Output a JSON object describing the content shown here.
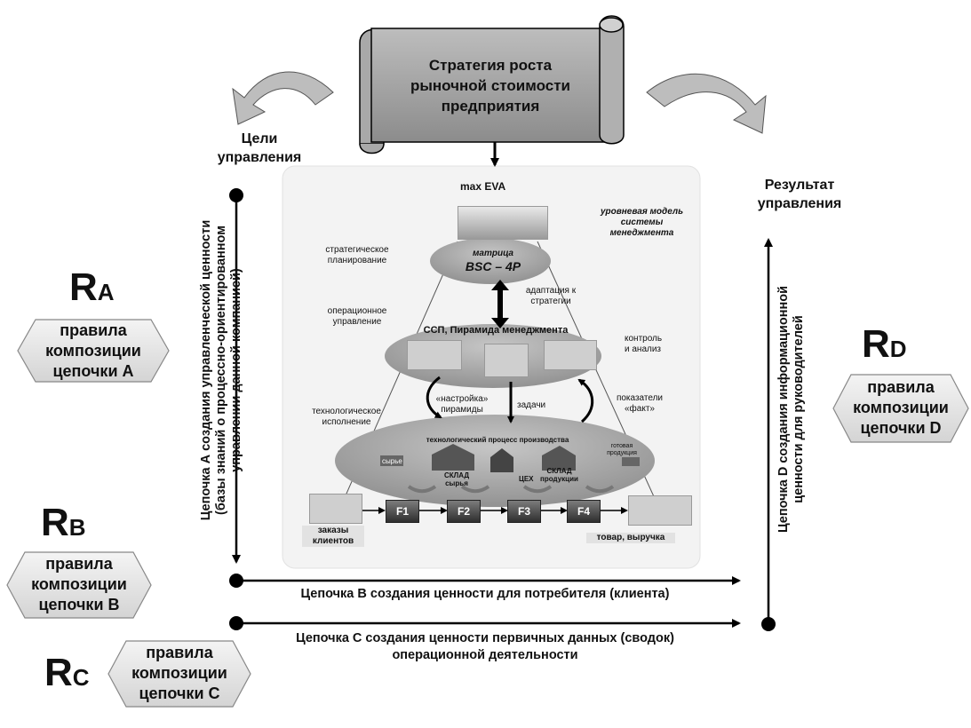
{
  "strategy_scroll": {
    "line1": "Стратегия роста",
    "line2": "рыночной стоимости",
    "line3": "предприятия"
  },
  "goals_label": {
    "line1": "Цели",
    "line2": "управления"
  },
  "result_label": {
    "line1": "Результат",
    "line2": "управления"
  },
  "rules": {
    "a": {
      "letter": "R",
      "sub": "A",
      "line1": "правила",
      "line2": "композиции",
      "line3": "цепочки А"
    },
    "b": {
      "letter": "R",
      "sub": "B",
      "line1": "правила",
      "line2": "композиции",
      "line3": "цепочки В"
    },
    "c": {
      "letter": "R",
      "sub": "C",
      "line1": "правила",
      "line2": "композиции",
      "line3": "цепочки С"
    },
    "d": {
      "letter": "R",
      "sub": "D",
      "line1": "правила",
      "line2": "композиции",
      "line3": "цепочки D"
    }
  },
  "chains": {
    "a": {
      "line1": "Цепочка А создания управленческой ценности",
      "line2": "(базы знаний о процессно-ориентированном",
      "line3": "управлении данной компанией)"
    },
    "b": "Цепочка В создания ценности для потребителя (клиента)",
    "c": {
      "line1": "Цепочка С создания ценности первичных данных (сводок)",
      "line2": "операционной деятельности"
    },
    "d": {
      "line1": "Цепочка D создания  информационной",
      "line2": "ценности для руководителей"
    }
  },
  "pyramid": {
    "max_eva": "max EVA",
    "model_note": {
      "line1": "уровневая модель",
      "line2": "системы",
      "line3": "менеджмента"
    },
    "strategic": {
      "line1": "стратегическое",
      "line2": "планирование"
    },
    "matrix": {
      "line1": "матрица",
      "line2": "BSC – 4P"
    },
    "adaptation": {
      "line1": "адаптация к",
      "line2": "стратегии"
    },
    "operational": {
      "line1": "операционное",
      "line2": "управление"
    },
    "ssp": "ССП, Пирамида менеджмента",
    "control": {
      "line1": "контроль",
      "line2": "и анализ"
    },
    "tuning": {
      "line1": "«настройка»",
      "line2": "пирамиды"
    },
    "tasks": "задачи",
    "indicators": {
      "line1": "показатели",
      "line2": "«факт»"
    },
    "technological": {
      "line1": "технологическое",
      "line2": "исполнение"
    },
    "tech_process": "технологический процесс производства",
    "raw": "сырье",
    "warehouse_raw": {
      "line1": "СКЛАД",
      "line2": "сырья"
    },
    "shop": "ЦЕХ",
    "warehouse_prod": {
      "line1": "СКЛАД",
      "line2": "продукции"
    },
    "finished": {
      "line1": "готовая",
      "line2": "продукция"
    },
    "f_boxes": [
      "F1",
      "F2",
      "F3",
      "F4"
    ],
    "orders": {
      "line1": "заказы",
      "line2": "клиентов"
    },
    "goods": "товар, выручка"
  }
}
